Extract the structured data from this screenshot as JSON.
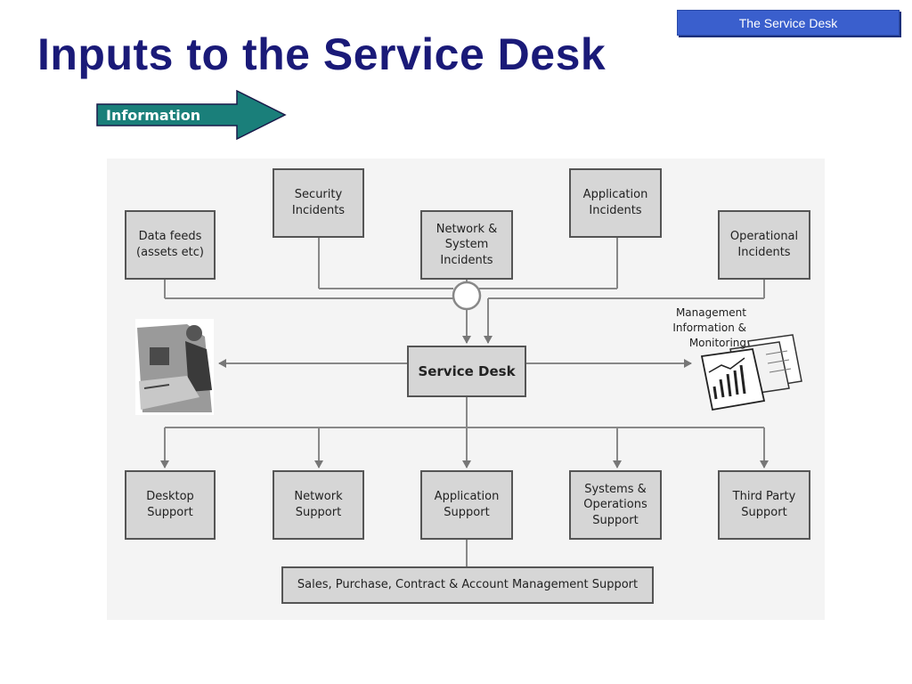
{
  "header": {
    "tag_label": "The Service Desk",
    "title": "Inputs to the Service Desk",
    "arrow_label": "Information"
  },
  "diagram": {
    "inputs": [
      {
        "id": "data-feeds",
        "label": "Data feeds\n(assets etc)"
      },
      {
        "id": "security-incidents",
        "label": "Security\nIncidents"
      },
      {
        "id": "network-system-incidents",
        "label": "Network &\nSystem\nIncidents"
      },
      {
        "id": "application-incidents",
        "label": "Application\nIncidents"
      },
      {
        "id": "operational-incidents",
        "label": "Operational\nIncidents"
      }
    ],
    "center": {
      "label": "Service Desk"
    },
    "management_label": "Management\nInformation & Monitoring",
    "outputs": [
      {
        "id": "desktop-support",
        "label": "Desktop\nSupport"
      },
      {
        "id": "network-support",
        "label": "Network\nSupport"
      },
      {
        "id": "application-support",
        "label": "Application\nSupport"
      },
      {
        "id": "systems-operations-support",
        "label": "Systems &\nOperations\nSupport"
      },
      {
        "id": "third-party-support",
        "label": "Third Party\nSupport"
      }
    ],
    "bottom": {
      "label": "Sales, Purchase, Contract & Account Management Support"
    },
    "images": [
      {
        "id": "operator-photo",
        "icon": "person-at-computer-icon"
      },
      {
        "id": "report-charts",
        "icon": "chart-documents-icon"
      }
    ]
  },
  "colors": {
    "title": "#1a1a78",
    "tag_bg": "#3a5fcd",
    "arrow_fill": "#1a7f7a",
    "box_fill": "#d6d6d6"
  }
}
